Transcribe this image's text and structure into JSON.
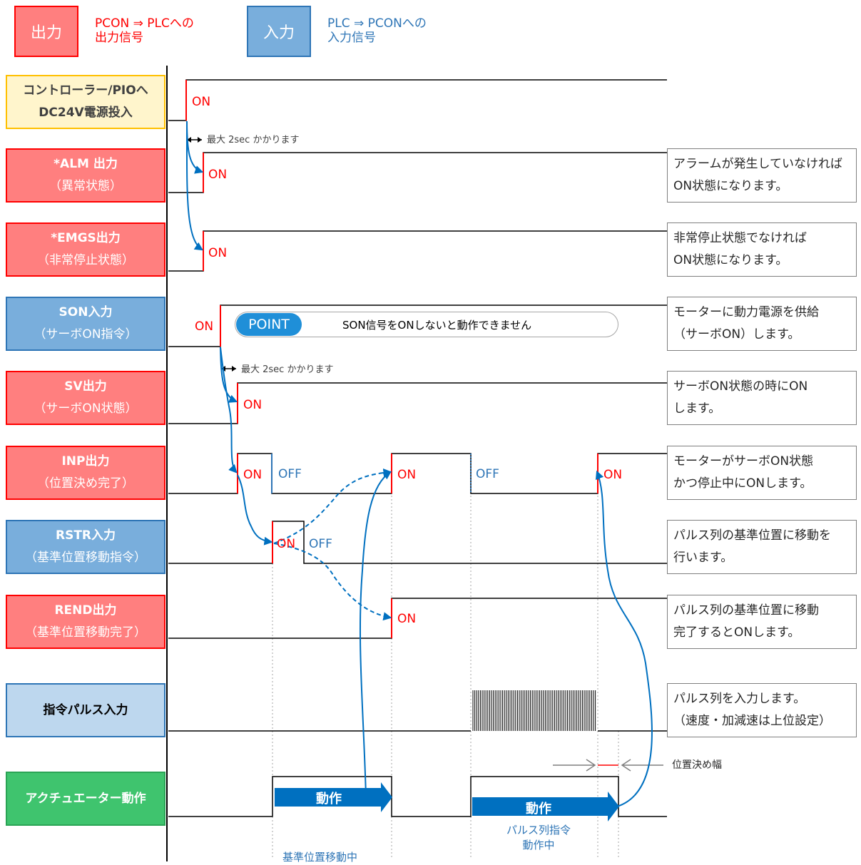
{
  "legend": {
    "output": {
      "box": "出力",
      "text": "PCON ⇒ PLCへの\n出力信号"
    },
    "input": {
      "box": "入力",
      "text": "PLC ⇒ PCONへの\n入力信号"
    }
  },
  "signals": [
    {
      "title": "コントローラー/PIOへ",
      "sub": "DC24V電源投入"
    },
    {
      "title": "*ALM 出力",
      "sub": "（異常状態）"
    },
    {
      "title": "*EMGS出力",
      "sub": "（非常停止状態）"
    },
    {
      "title": "SON入力",
      "sub": "（サーボON指令）"
    },
    {
      "title": "SV出力",
      "sub": "（サーボON状態）"
    },
    {
      "title": "INP出力",
      "sub": "（位置決め完了）"
    },
    {
      "title": "RSTR入力",
      "sub": "（基準位置移動指令）"
    },
    {
      "title": "REND出力",
      "sub": "（基準位置移動完了）"
    },
    {
      "title": "指令パルス入力",
      "sub": ""
    },
    {
      "title": "アクチュエーター動作",
      "sub": ""
    }
  ],
  "notes": [
    "アラームが発生していなければ\nON状態になります。",
    "非常停止状態でなければ\nON状態になります。",
    "モーターに動力電源を供給\n（サーボON）します。",
    "サーボON状態の時にON\nします。",
    "モーターがサーボON状態\nかつ停止中にONします。",
    "パルス列の基準位置に移動を\n行います。",
    "パルス列の基準位置に移動\n完了するとONします。",
    "パルス列を入力します。\n（速度・加減速は上位設定）"
  ],
  "labels": {
    "on": "ON",
    "off": "OFF",
    "max2sec": "最大 2sec かかります",
    "point_tag": "POINT",
    "point_text": "SON信号をONしないと動作できません",
    "action": "動作",
    "positioning_width": "位置決め幅",
    "ref_move": "基準位置移動中",
    "pulse_cmd": "パルス列指令\n動作中"
  },
  "colors": {
    "output": "#ff0000",
    "input": "#2e75b6",
    "arrow": "#0070c0"
  }
}
